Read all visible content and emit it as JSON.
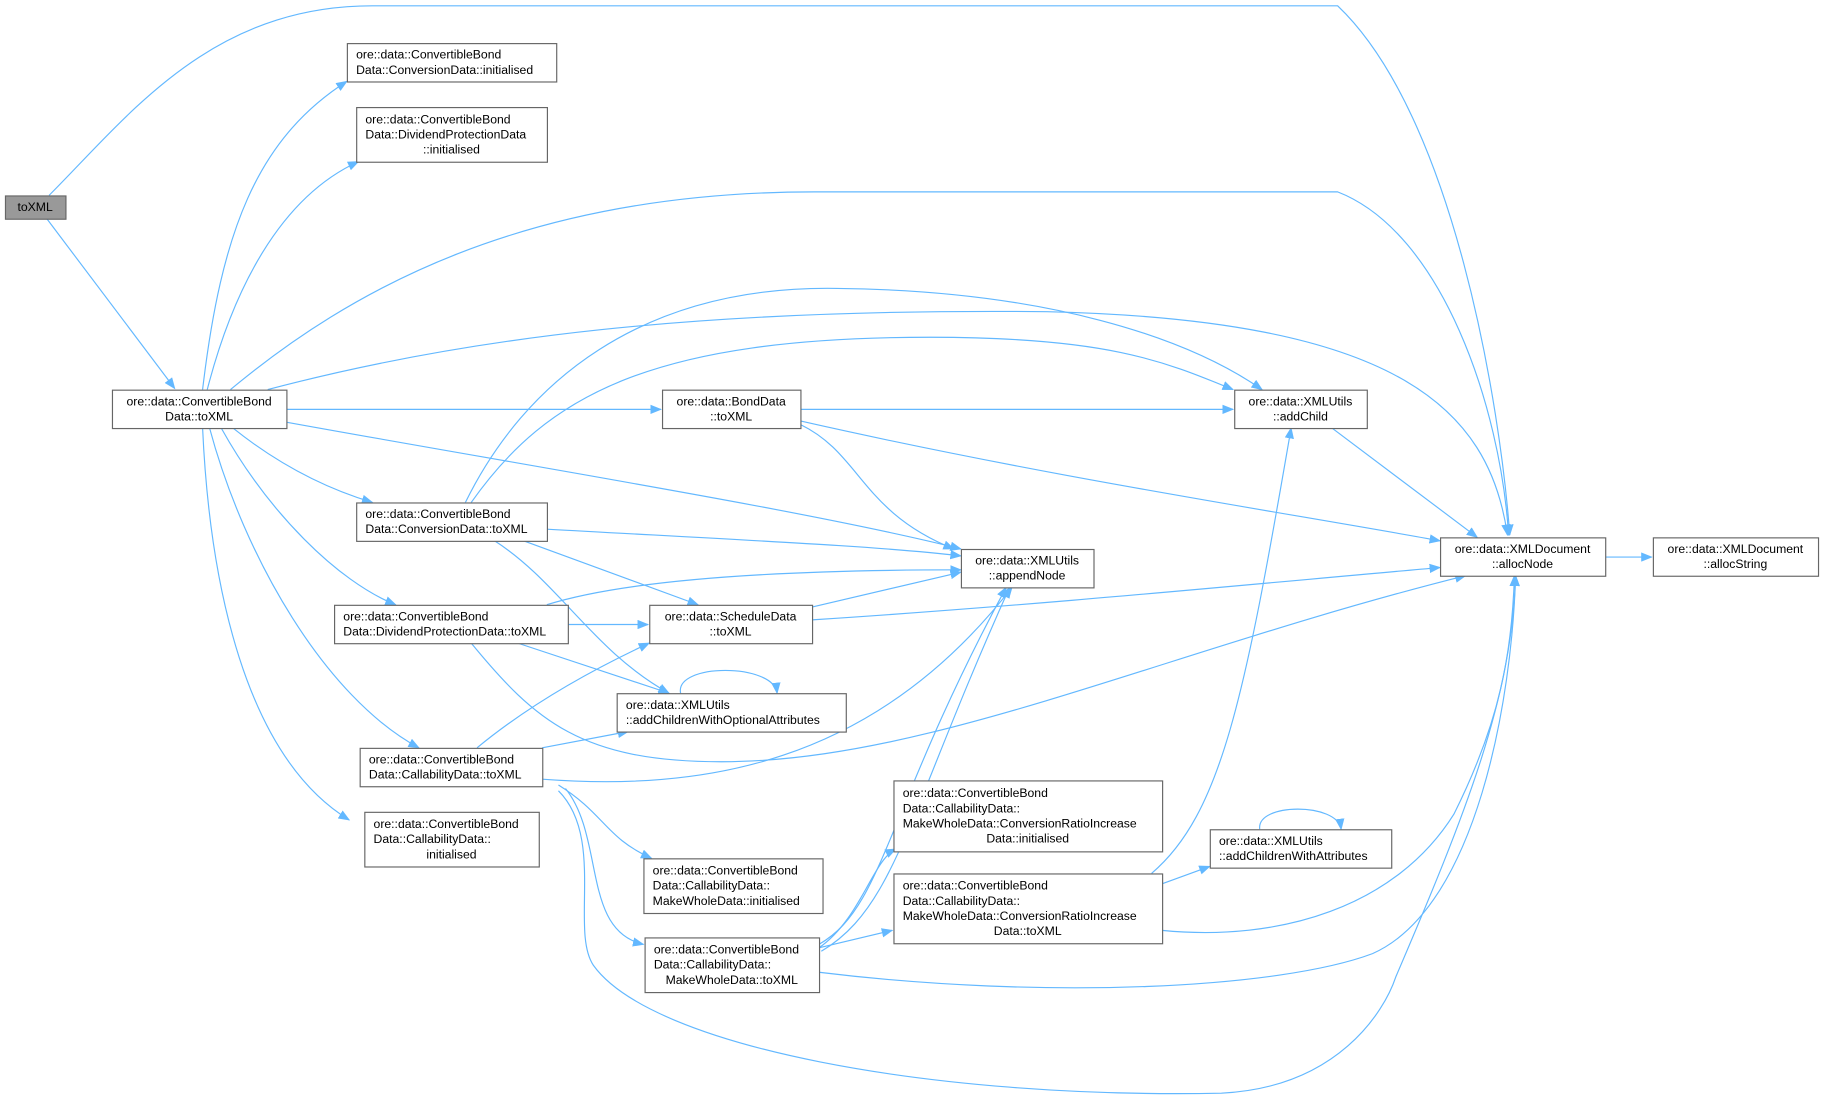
{
  "colors": {
    "edge": "#63b8ff",
    "root_fill": "#999999",
    "node_border": "#666666"
  },
  "nodes": [
    {
      "id": "root",
      "lines": [
        "toXML"
      ]
    },
    {
      "id": "cb_toxml",
      "lines": [
        "ore::data::ConvertibleBond",
        "Data::toXML"
      ]
    },
    {
      "id": "conv_init",
      "lines": [
        "ore::data::ConvertibleBond",
        "Data::ConversionData::initialised"
      ]
    },
    {
      "id": "div_init",
      "lines": [
        "ore::data::ConvertibleBond",
        "Data::DividendProtectionData",
        "::initialised"
      ]
    },
    {
      "id": "bond_toxml",
      "lines": [
        "ore::data::BondData",
        "::toXML"
      ]
    },
    {
      "id": "conv_toxml",
      "lines": [
        "ore::data::ConvertibleBond",
        "Data::ConversionData::toXML"
      ]
    },
    {
      "id": "div_toxml",
      "lines": [
        "ore::data::ConvertibleBond",
        "Data::DividendProtectionData::toXML"
      ]
    },
    {
      "id": "sched_toxml",
      "lines": [
        "ore::data::ScheduleData",
        "::toXML"
      ]
    },
    {
      "id": "add_opt",
      "lines": [
        "ore::data::XMLUtils",
        "::addChildrenWithOptionalAttributes"
      ]
    },
    {
      "id": "call_toxml",
      "lines": [
        "ore::data::ConvertibleBond",
        "Data::CallabilityData::toXML"
      ]
    },
    {
      "id": "call_init",
      "lines": [
        "ore::data::ConvertibleBond",
        "Data::CallabilityData::",
        "initialised"
      ]
    },
    {
      "id": "mw_init",
      "lines": [
        "ore::data::ConvertibleBond",
        "Data::CallabilityData::",
        "MakeWholeData::initialised"
      ]
    },
    {
      "id": "mw_toxml",
      "lines": [
        "ore::data::ConvertibleBond",
        "Data::CallabilityData::",
        "MakeWholeData::toXML"
      ]
    },
    {
      "id": "cri_init",
      "lines": [
        "ore::data::ConvertibleBond",
        "Data::CallabilityData::",
        "MakeWholeData::ConversionRatioIncrease",
        "Data::initialised"
      ]
    },
    {
      "id": "cri_toxml",
      "lines": [
        "ore::data::ConvertibleBond",
        "Data::CallabilityData::",
        "MakeWholeData::ConversionRatioIncrease",
        "Data::toXML"
      ]
    },
    {
      "id": "add_attr",
      "lines": [
        "ore::data::XMLUtils",
        "::addChildrenWithAttributes"
      ]
    },
    {
      "id": "append",
      "lines": [
        "ore::data::XMLUtils",
        "::appendNode"
      ]
    },
    {
      "id": "add_child",
      "lines": [
        "ore::data::XMLUtils",
        "::addChild"
      ]
    },
    {
      "id": "alloc_node",
      "lines": [
        "ore::data::XMLDocument",
        "::allocNode"
      ]
    },
    {
      "id": "alloc_string",
      "lines": [
        "ore::data::XMLDocument",
        "::allocString"
      ]
    }
  ],
  "edges": [
    [
      "root",
      "alloc_node"
    ],
    [
      "root",
      "cb_toxml"
    ],
    [
      "cb_toxml",
      "conv_init"
    ],
    [
      "cb_toxml",
      "div_init"
    ],
    [
      "cb_toxml",
      "alloc_node"
    ],
    [
      "cb_toxml",
      "alloc_node"
    ],
    [
      "cb_toxml",
      "bond_toxml"
    ],
    [
      "cb_toxml",
      "append"
    ],
    [
      "cb_toxml",
      "conv_toxml"
    ],
    [
      "cb_toxml",
      "div_toxml"
    ],
    [
      "cb_toxml",
      "call_toxml"
    ],
    [
      "cb_toxml",
      "call_init"
    ],
    [
      "bond_toxml",
      "add_child"
    ],
    [
      "bond_toxml",
      "append"
    ],
    [
      "bond_toxml",
      "alloc_node"
    ],
    [
      "add_child",
      "alloc_node"
    ],
    [
      "alloc_node",
      "alloc_string"
    ],
    [
      "conv_toxml",
      "add_child"
    ],
    [
      "conv_toxml",
      "add_child"
    ],
    [
      "conv_toxml",
      "append"
    ],
    [
      "conv_toxml",
      "sched_toxml"
    ],
    [
      "conv_toxml",
      "add_opt"
    ],
    [
      "div_toxml",
      "append"
    ],
    [
      "div_toxml",
      "sched_toxml"
    ],
    [
      "div_toxml",
      "add_opt"
    ],
    [
      "div_toxml",
      "alloc_node"
    ],
    [
      "sched_toxml",
      "append"
    ],
    [
      "sched_toxml",
      "alloc_node"
    ],
    [
      "add_opt",
      "add_opt"
    ],
    [
      "call_toxml",
      "sched_toxml"
    ],
    [
      "call_toxml",
      "add_opt"
    ],
    [
      "call_toxml",
      "append"
    ],
    [
      "call_toxml",
      "mw_init"
    ],
    [
      "call_toxml",
      "mw_toxml"
    ],
    [
      "call_toxml",
      "alloc_node"
    ],
    [
      "mw_toxml",
      "append"
    ],
    [
      "mw_toxml",
      "append"
    ],
    [
      "mw_toxml",
      "cri_init"
    ],
    [
      "mw_toxml",
      "cri_toxml"
    ],
    [
      "mw_toxml",
      "alloc_node"
    ],
    [
      "cri_toxml",
      "add_child"
    ],
    [
      "cri_toxml",
      "add_attr"
    ],
    [
      "cri_toxml",
      "alloc_node"
    ],
    [
      "add_attr",
      "add_attr"
    ]
  ]
}
